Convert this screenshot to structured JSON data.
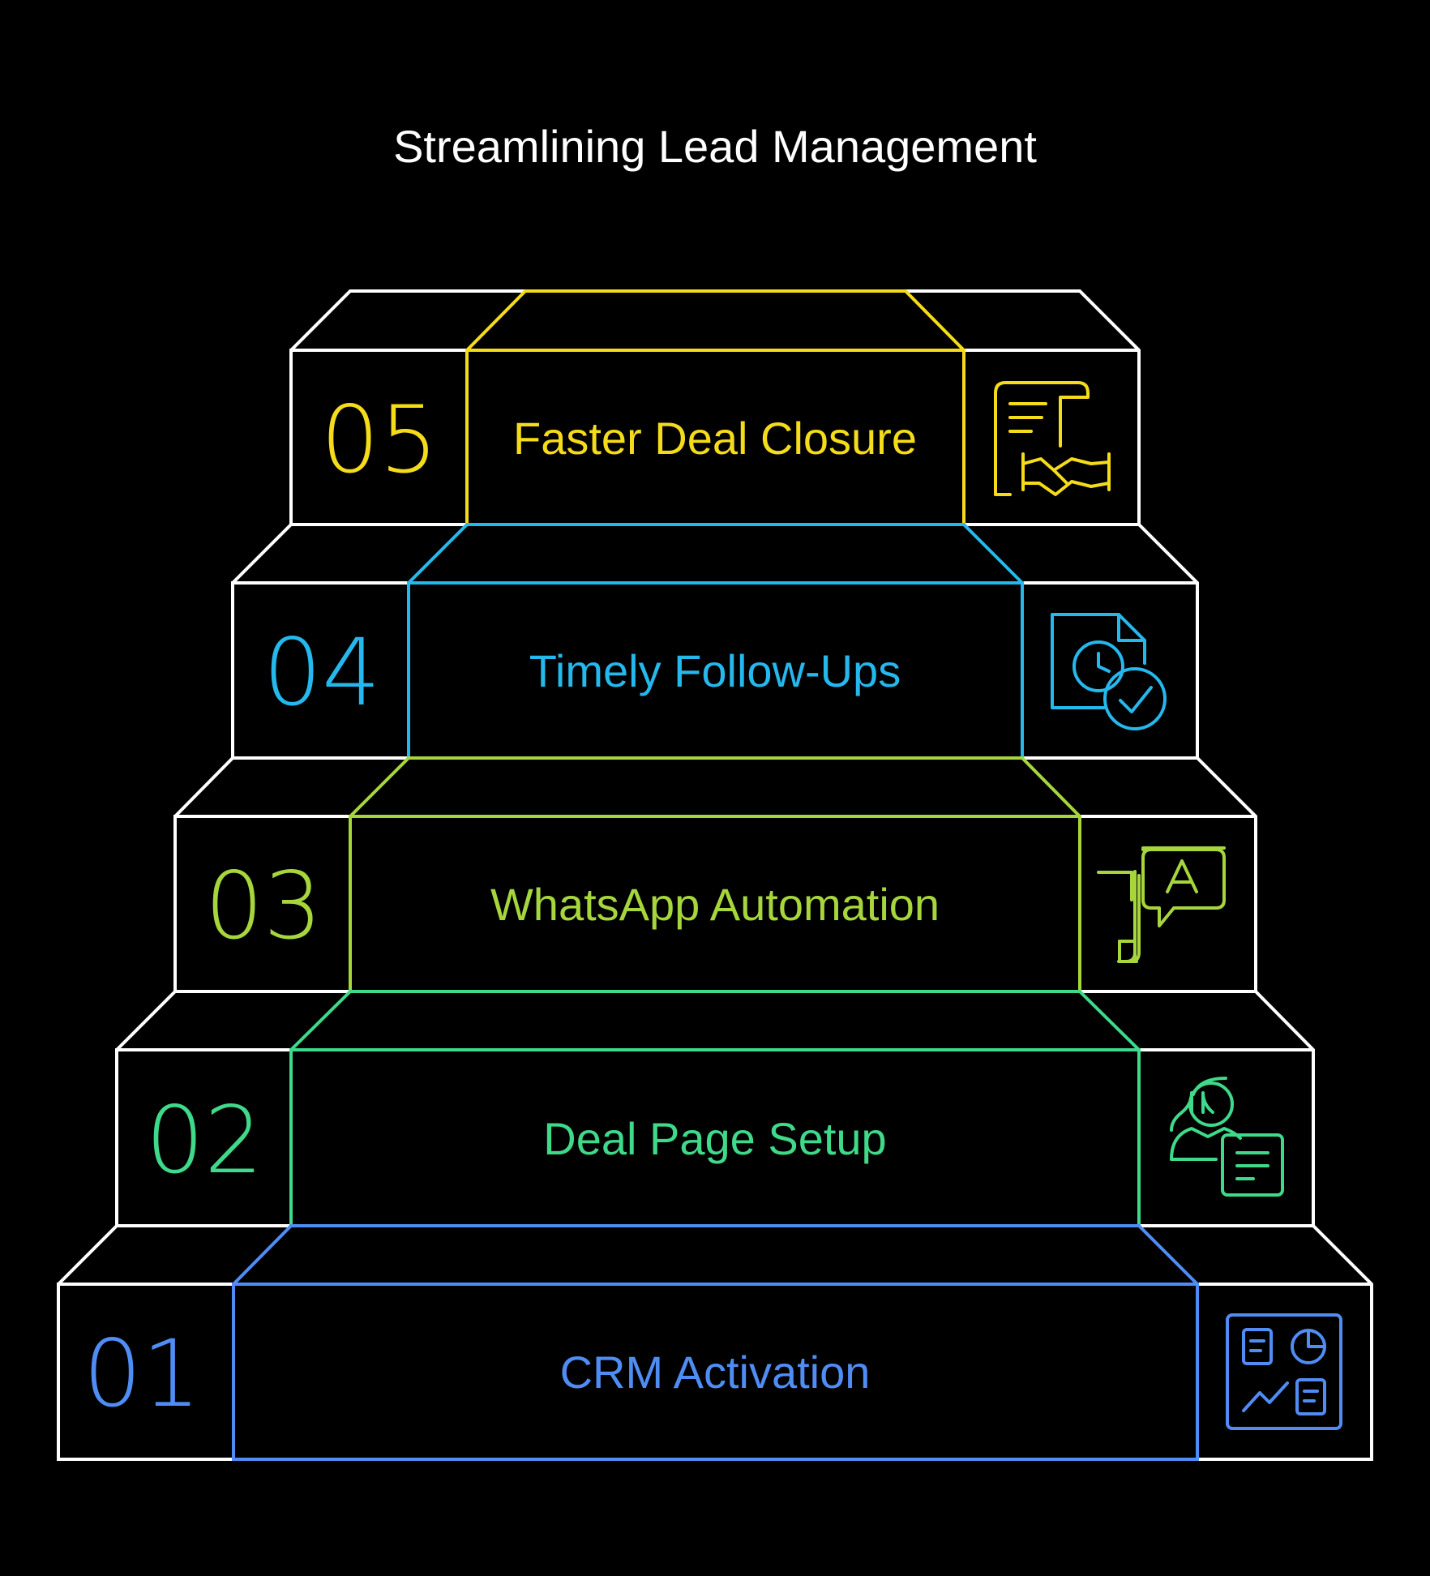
{
  "title": "Streamlining Lead Management",
  "steps": [
    {
      "number": "01",
      "label": "CRM Activation",
      "color": "#4f8df5",
      "icon": "dashboard-icon"
    },
    {
      "number": "02",
      "label": "Deal Page Setup",
      "color": "#3fd98a",
      "icon": "user-document-icon"
    },
    {
      "number": "03",
      "label": "WhatsApp Automation",
      "color": "#a6d63c",
      "icon": "phone-message-icon"
    },
    {
      "number": "04",
      "label": "Timely Follow-Ups",
      "color": "#25b8ec",
      "icon": "clock-document-check-icon"
    },
    {
      "number": "05",
      "label": "Faster Deal Closure",
      "color": "#f5dc1a",
      "icon": "contract-handshake-icon"
    }
  ]
}
